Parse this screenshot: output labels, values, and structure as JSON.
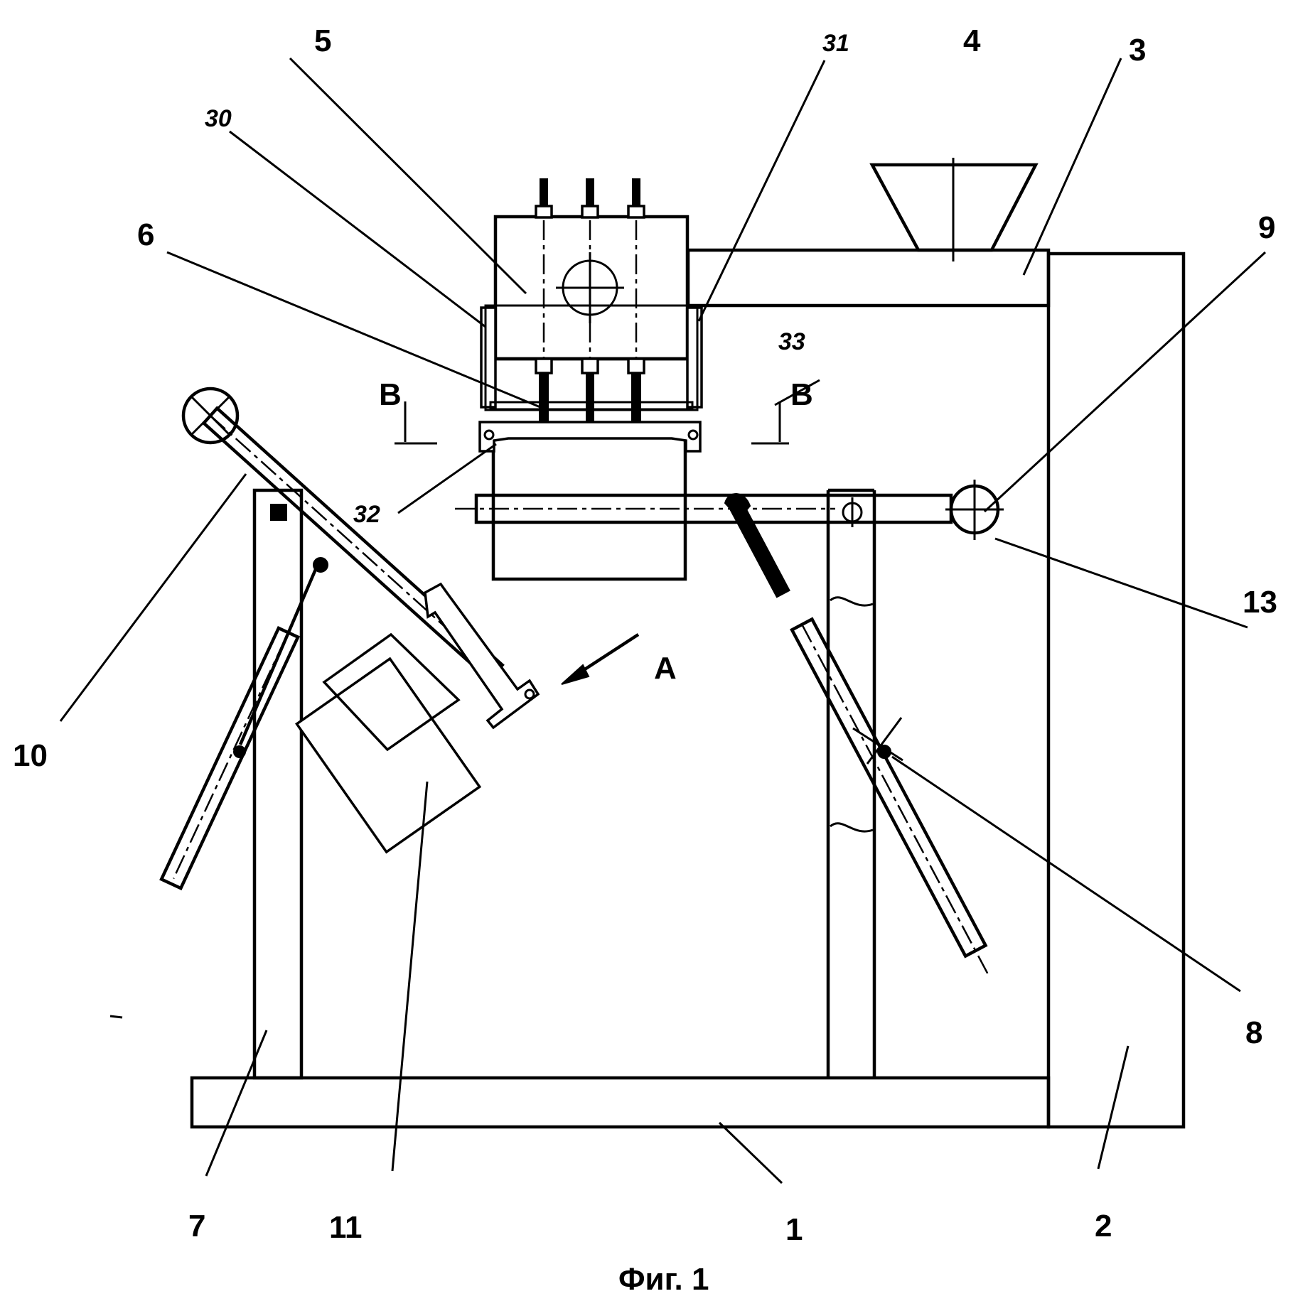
{
  "labels": {
    "l1": "1",
    "l2": "2",
    "l3": "3",
    "l4": "4",
    "l5": "5",
    "l6": "6",
    "l7": "7",
    "l8": "8",
    "l9": "9",
    "l10": "10",
    "l11": "11",
    "l13": "13",
    "l30": "30",
    "l31": "31",
    "l32": "32",
    "l33": "33"
  },
  "markers": {
    "section_left": "B",
    "section_right": "B",
    "view": "A"
  },
  "caption": "Фиг. 1"
}
